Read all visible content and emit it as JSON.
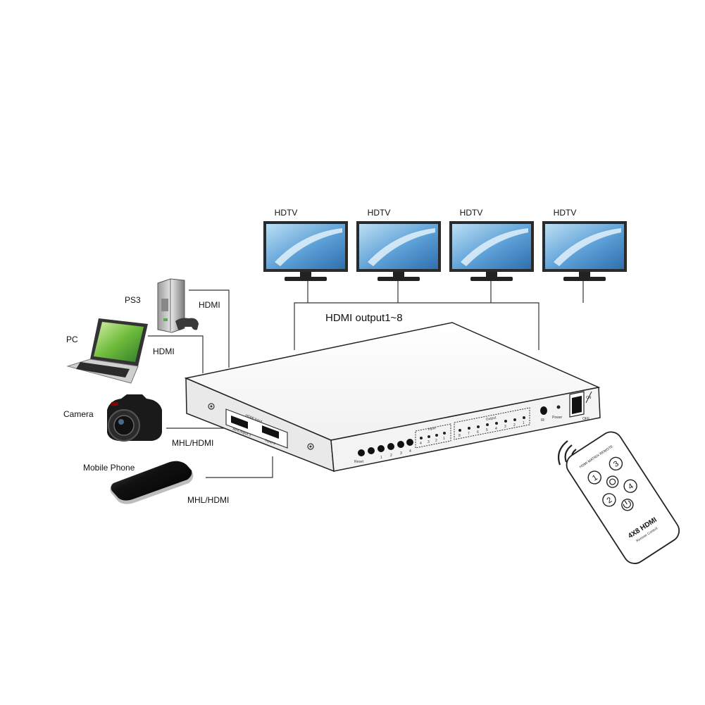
{
  "tv_labels": [
    "HDTV",
    "HDTV",
    "HDTV",
    "HDTV"
  ],
  "output_label": "HDMI output1~8",
  "sources": {
    "ps3": {
      "name": "PS3",
      "cable": "HDMI"
    },
    "pc": {
      "name": "PC",
      "cable": "HDMI"
    },
    "camera": {
      "name": "Camera",
      "cable": "MHL/HDMI"
    },
    "phone": {
      "name": "Mobile Phone",
      "cable": "MHL/HDMI"
    }
  },
  "device": {
    "input_panel_title": "HDMI Input",
    "input_port_1": "MHL/Input 3",
    "input_port_2": "Input 4",
    "reset_label": "Reset",
    "button_numbers": [
      "1",
      "2",
      "3",
      "4"
    ],
    "input_group_label": "Input",
    "input_leds": [
      "4",
      "3",
      "2",
      "1"
    ],
    "output_group_label": "Output",
    "output_leds": [
      "8",
      "7",
      "6",
      "5",
      "4",
      "3",
      "2",
      "1"
    ],
    "ir_label": "IR",
    "power_label": "Power",
    "switch_on": "ON",
    "switch_off": "OFF"
  },
  "remote": {
    "top_text": "HDMI MATRIX REMOTE",
    "buttons": [
      "1",
      "2",
      "3",
      "4"
    ],
    "model": "4X8 HDMI",
    "subtitle": "Remote Control"
  },
  "colors": {
    "screen_blue": "#4f95cf",
    "screen_light": "#bcdff4",
    "laptop_screen": "#6fbb3c",
    "bezel": "#2a2a2a"
  }
}
